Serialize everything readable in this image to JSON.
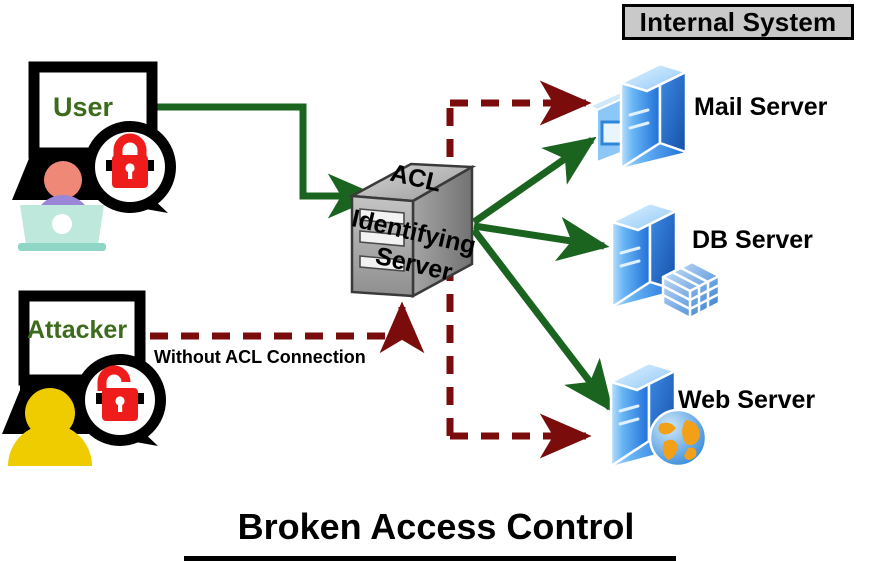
{
  "diagram": {
    "title": "Broken Access Control",
    "internal_system_label": "Internal System",
    "note_label": "Without ACL Connection",
    "colors": {
      "allowed_flow": "#1a6420",
      "attack_flow": "#7a0c0c",
      "endpoint_text": "#3d6b1c",
      "acl_box_fill": "#b0b0b0",
      "internal_box_fill": "#c9c9c9",
      "server_blue": "#2b7fe0",
      "lock_red": "#ef1c1c",
      "attacker_yellow": "#efcc00",
      "user_head": "#f08878",
      "user_shoulders": "#9b86d8",
      "user_laptop": "#bfe8dd"
    }
  },
  "actors": [
    {
      "id": "user",
      "label": "User",
      "icon": "user-monitor-icon",
      "lock_state": "locked",
      "lock_icon": "closed-padlock-icon",
      "flow": "allowed"
    },
    {
      "id": "attacker",
      "label": "Attacker",
      "icon": "attacker-monitor-icon",
      "lock_state": "unlocked",
      "lock_icon": "open-padlock-icon",
      "flow": "attack"
    }
  ],
  "acl": {
    "line1": "ACL",
    "line2": "Identifying",
    "line3": "Server",
    "icon": "server-box-icon"
  },
  "servers": [
    {
      "id": "mail",
      "label": "Mail Server",
      "icon": "mail-server-icon",
      "accent_icon": "envelope-screen-icon",
      "attack_reachable": true
    },
    {
      "id": "db",
      "label": "DB Server",
      "icon": "db-server-icon",
      "accent_icon": "database-cube-icon",
      "attack_reachable": false
    },
    {
      "id": "web",
      "label": "Web Server",
      "icon": "web-server-icon",
      "accent_icon": "globe-icon",
      "attack_reachable": true
    }
  ],
  "connections": [
    {
      "id": "user-to-acl",
      "from": "user",
      "to": "acl",
      "style": "solid",
      "color": "#1a6420"
    },
    {
      "id": "acl-to-mail",
      "from": "acl",
      "to": "mail",
      "style": "solid",
      "color": "#1a6420"
    },
    {
      "id": "acl-to-db",
      "from": "acl",
      "to": "db",
      "style": "solid",
      "color": "#1a6420"
    },
    {
      "id": "acl-to-web",
      "from": "acl",
      "to": "web",
      "style": "solid",
      "color": "#1a6420"
    },
    {
      "id": "attacker-bypass",
      "from": "attacker",
      "to": "acl",
      "style": "dashed",
      "color": "#7a0c0c"
    },
    {
      "id": "bypass-to-mail",
      "from": "attacker",
      "to": "mail",
      "style": "dashed",
      "color": "#7a0c0c"
    },
    {
      "id": "bypass-to-web",
      "from": "attacker",
      "to": "web",
      "style": "dashed",
      "color": "#7a0c0c"
    }
  ]
}
